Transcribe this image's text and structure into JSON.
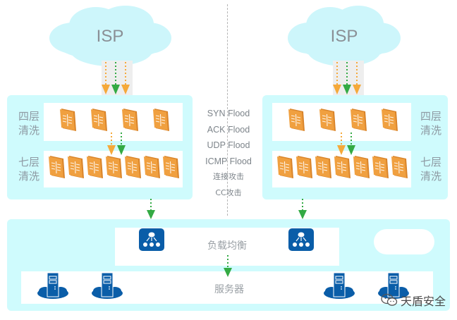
{
  "colors": {
    "cloud": "#cdf6fb",
    "panel": "#cffbfd",
    "firewall": "#f0a040",
    "firewall_dark": "#d9842a",
    "arrow_orange": "#f5a93a",
    "arrow_green": "#33aa44",
    "device_blue": "#0a5da8",
    "label_gray": "#8e9aa3"
  },
  "left_site": {
    "isp_label": "ISP",
    "layer4_label": "四层\n清洗",
    "layer7_label": "七层\n清洗",
    "layer4_devices": 4,
    "layer7_devices": 7
  },
  "right_site": {
    "isp_label": "ISP",
    "layer4_label": "四层\n清洗",
    "layer7_label": "七层\n清洗",
    "layer4_devices": 4,
    "layer7_devices": 7
  },
  "attack_types": [
    "SYN Flood",
    "ACK Flood",
    "UDP Flood",
    "ICMP Flood",
    "连接攻击",
    "CC攻击"
  ],
  "load_balancer": {
    "label": "负载均衡",
    "count": 2
  },
  "servers": {
    "label": "服务器",
    "count": 4
  },
  "watermark": {
    "text": "天盾安全",
    "icon": "wechat-icon"
  }
}
